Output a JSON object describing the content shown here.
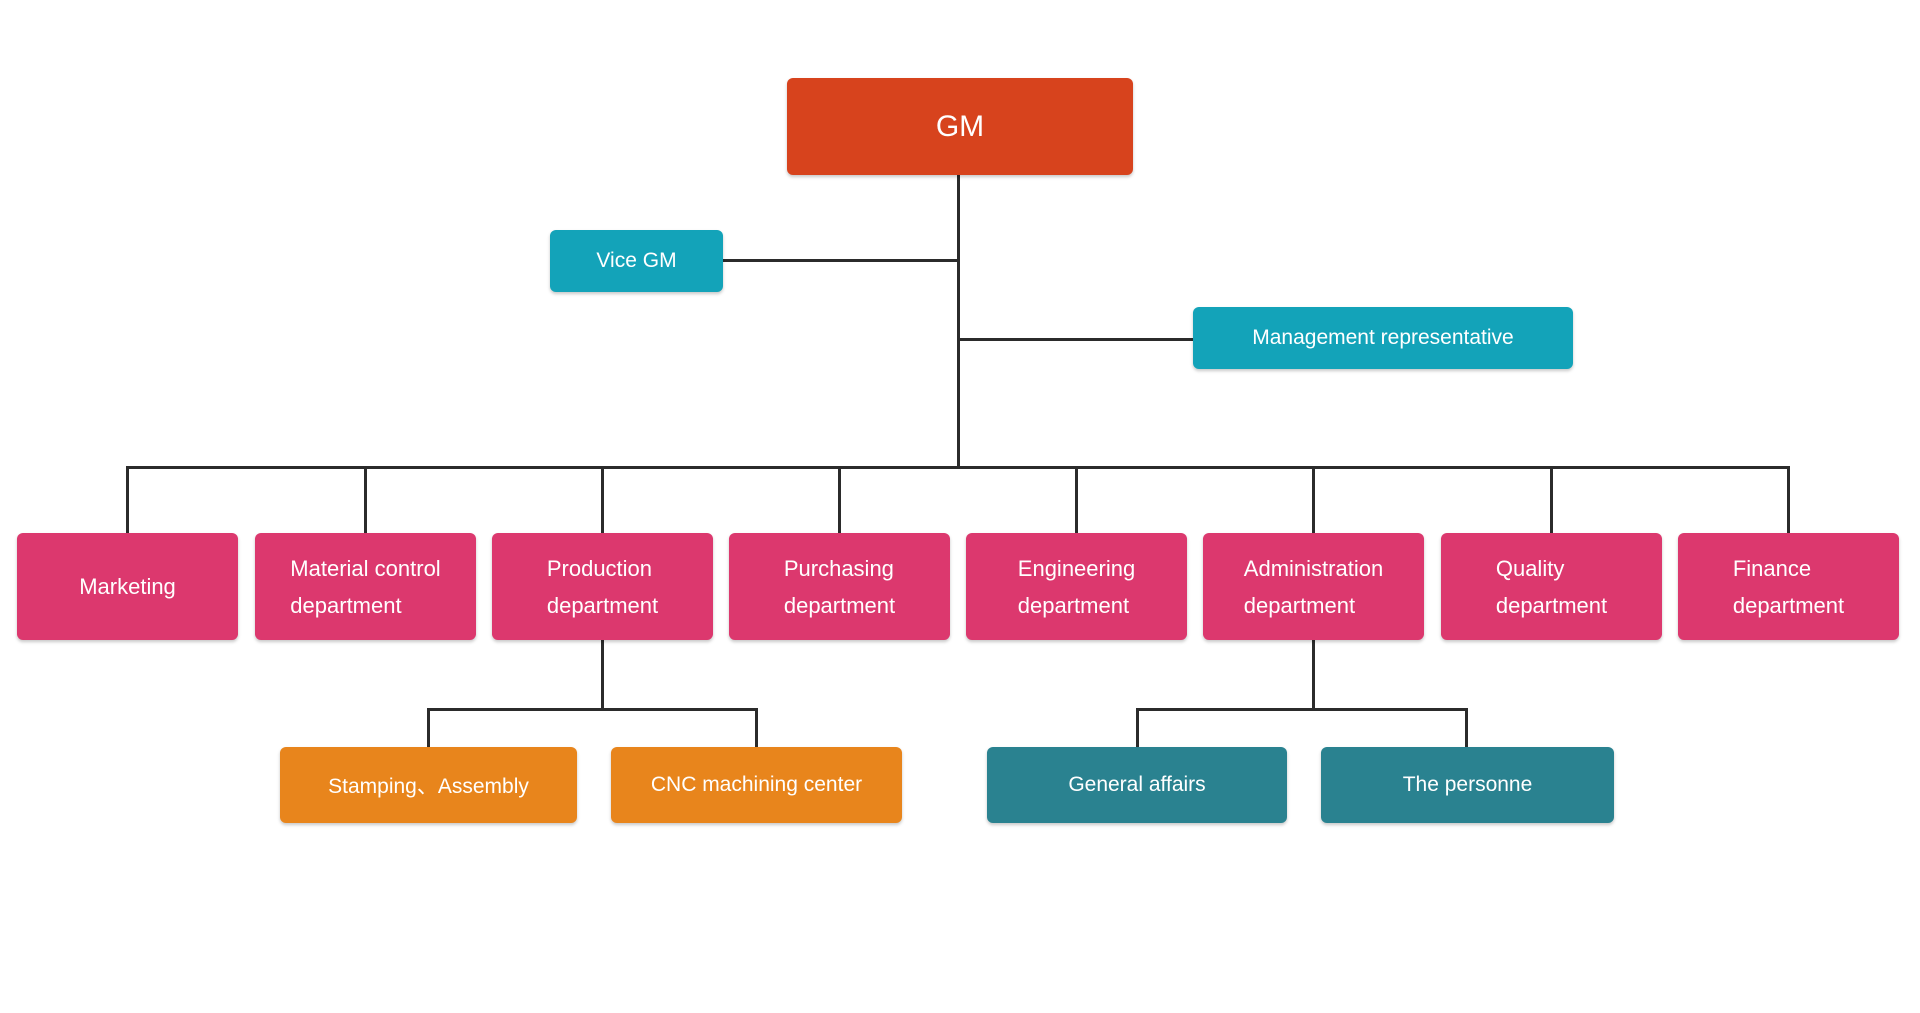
{
  "palette": {
    "gm": "#d7431d",
    "teal": "#13a3b9",
    "pink": "#dc386e",
    "orange": "#e8851c",
    "dark-teal": "#2a8290",
    "line": "#2b2b2b",
    "text": "#ffffff",
    "background": "#ffffff"
  },
  "nodes": {
    "gm": {
      "label": "GM"
    },
    "vice_gm": {
      "label": "Vice GM"
    },
    "management_representative": {
      "label": "Management representative"
    }
  },
  "departments": [
    {
      "lines": [
        "Marketing",
        ""
      ]
    },
    {
      "lines": [
        "Material control",
        "department"
      ]
    },
    {
      "lines": [
        "Production",
        "department"
      ]
    },
    {
      "lines": [
        "Purchasing",
        "department"
      ]
    },
    {
      "lines": [
        "Engineering",
        "department"
      ]
    },
    {
      "lines": [
        "Administration",
        "department"
      ]
    },
    {
      "lines": [
        "Quality",
        "department"
      ]
    },
    {
      "lines": [
        "Finance",
        "department"
      ]
    }
  ],
  "production_children": [
    {
      "label": "Stamping、Assembly"
    },
    {
      "label": "CNC machining center"
    }
  ],
  "administration_children": [
    {
      "label": "General affairs"
    },
    {
      "label": "The personne"
    }
  ]
}
